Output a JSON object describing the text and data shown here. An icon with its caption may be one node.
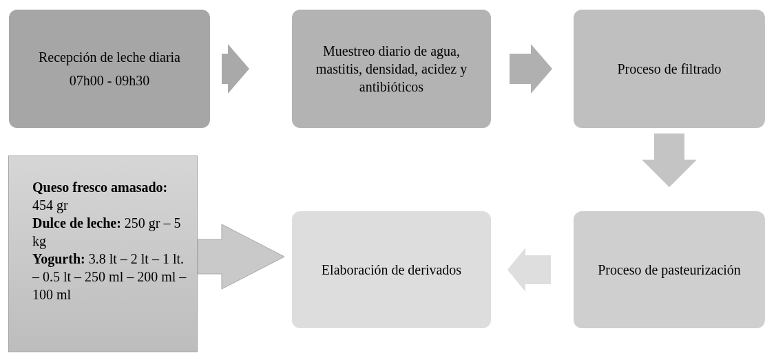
{
  "diagram": {
    "nodes": [
      {
        "text": [
          "Recepción de leche diaria",
          "07h00 - 09h30"
        ]
      },
      {
        "text": [
          "Muestreo diario de agua, mastitis, densidad, acidez y antibióticos"
        ]
      },
      {
        "text": [
          "Proceso de filtrado"
        ]
      },
      {
        "text": [
          "Proceso de pasteurización"
        ]
      },
      {
        "text": [
          "Elaboración de derivados"
        ]
      },
      {
        "text": [
          "**Queso fresco amasado:** 454 gr",
          "**Dulce de leche:** 250 gr – 5 kg",
          "**Yogurth:** 3.8 lt – 2 lt – 1 lt. – 0.5 lt – 250 ml – 200 ml – 100 ml"
        ]
      }
    ],
    "edges": [
      {
        "from": 0,
        "to": 1,
        "arrow": "to"
      },
      {
        "from": 1,
        "to": 2,
        "arrow": "to"
      },
      {
        "from": 2,
        "to": 3,
        "arrow": "to"
      },
      {
        "from": 3,
        "to": 4,
        "arrow": "to"
      },
      {
        "from": 5,
        "to": 4,
        "arrow": "to"
      }
    ]
  }
}
